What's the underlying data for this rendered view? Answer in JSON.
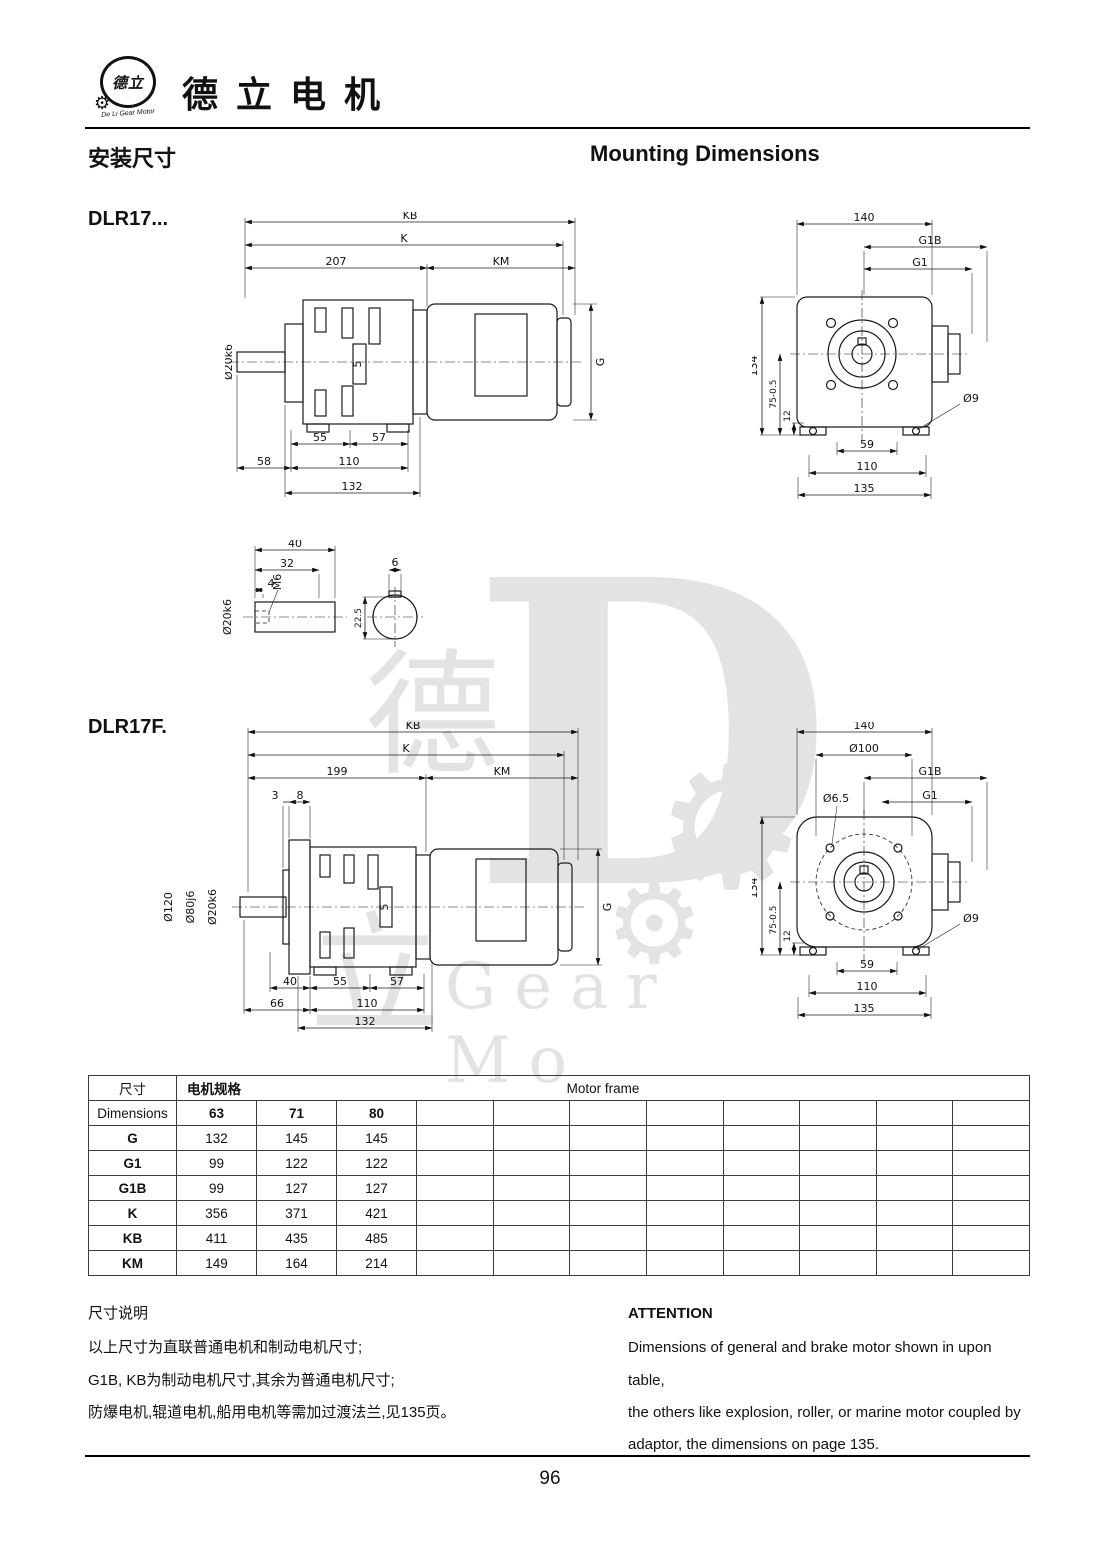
{
  "header": {
    "logo": {
      "chinese": "德立",
      "english": "De Li Gear Motor",
      "gear": "⚙"
    },
    "brand": "德立电机",
    "section_cn": "安装尺寸",
    "section_en": "Mounting Dimensions"
  },
  "watermark": {
    "char1": "德",
    "big_d": "D",
    "char2": "立",
    "gear1": "⚙",
    "gear2": "⚙",
    "text": "Gear Mo"
  },
  "drawings": {
    "dlr17": {
      "title": "DLR17...",
      "side": {
        "kb": "KB",
        "k": "K",
        "len": "207",
        "km": "KM",
        "shaft_dia": "Ø20k6",
        "g": "G",
        "key": "5",
        "b55": "55",
        "b57": "57",
        "b58": "58",
        "b110": "110",
        "b132": "132"
      },
      "front": {
        "w140": "140",
        "g1b": "G1B",
        "g1": "G1",
        "h134": "134",
        "h75": "75-0.5",
        "h12": "12",
        "hole": "Ø9",
        "b59": "59",
        "b110": "110",
        "b135": "135"
      }
    },
    "shaft": {
      "t40": "40",
      "t32": "32",
      "t4": "4",
      "m6": "M6",
      "dia": "Ø20k6",
      "h225": "22.5",
      "w6": "6"
    },
    "dlr17f": {
      "title": "DLR17F.",
      "side": {
        "kb": "KB",
        "k": "K",
        "len": "199",
        "km": "KM",
        "t3": "3",
        "t8": "8",
        "flange_dia": "Ø120",
        "spigot_dia": "Ø80j6",
        "shaft_dia": "Ø20k6",
        "g": "G",
        "key": "5",
        "b40": "40",
        "b55": "55",
        "b57": "57",
        "b66": "66",
        "b110": "110",
        "b132": "132"
      },
      "front": {
        "w140": "140",
        "bc": "Ø100",
        "g1b": "G1B",
        "hole_small": "Ø6.5",
        "g1": "G1",
        "h134": "134",
        "h75": "75-0.5",
        "h12": "12",
        "hole": "Ø9",
        "b59": "59",
        "b110": "110",
        "b135": "135"
      }
    }
  },
  "table": {
    "dim_cn": "尺寸",
    "dim_en": "Dimensions",
    "spec_cn": "电机规格",
    "frame_en": "Motor frame",
    "frames": [
      "63",
      "71",
      "80"
    ],
    "rows": [
      {
        "label": "G",
        "values": [
          "132",
          "145",
          "145"
        ]
      },
      {
        "label": "G1",
        "values": [
          "99",
          "122",
          "122"
        ]
      },
      {
        "label": "G1B",
        "values": [
          "99",
          "127",
          "127"
        ]
      },
      {
        "label": "K",
        "values": [
          "356",
          "371",
          "421"
        ]
      },
      {
        "label": "KB",
        "values": [
          "411",
          "435",
          "485"
        ]
      },
      {
        "label": "KM",
        "values": [
          "149",
          "164",
          "214"
        ]
      }
    ]
  },
  "notes": {
    "cn_title": "尺寸说明",
    "cn_lines": [
      "以上尺寸为直联普通电机和制动电机尺寸;",
      "G1B, KB为制动电机尺寸,其余为普通电机尺寸;",
      "防爆电机,辊道电机,船用电机等需加过渡法兰,见135页。"
    ],
    "en_title": "ATTENTION",
    "en_lines": [
      "Dimensions of general and brake motor shown in upon table,",
      "the others like explosion, roller, or marine motor coupled by",
      "adaptor, the dimensions on page 135."
    ]
  },
  "footer": {
    "page": "96"
  }
}
